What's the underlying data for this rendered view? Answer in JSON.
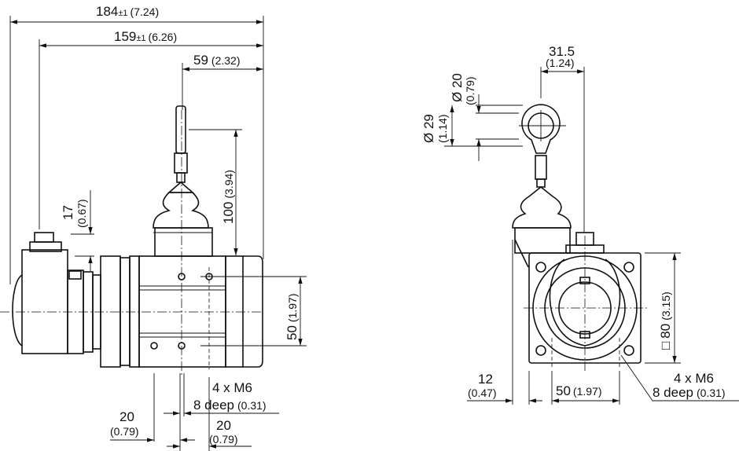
{
  "side_view": {
    "overall_length": {
      "value": "184",
      "tol": "±1",
      "inch": "(7.24)"
    },
    "length_to_mount": {
      "value": "159",
      "tol": "±1",
      "inch": "(6.26)"
    },
    "cable_offset": {
      "value": "59",
      "inch": "(2.32)"
    },
    "cable_height": {
      "value": "100",
      "inch": "(3.94)"
    },
    "connector_height": {
      "value": "17",
      "inch": "(0.67)"
    },
    "hole_spacing_vertical": {
      "value": "50",
      "inch": "(1.97)"
    },
    "thread_spec": {
      "line1": "4 x M6",
      "line2": "8 deep",
      "inch": "(0.31)"
    },
    "hole_pitch_left": {
      "value": "20",
      "inch": "(0.79)"
    },
    "hole_pitch_right": {
      "value": "20",
      "inch": "(0.79)"
    }
  },
  "front_view": {
    "cable_offset": {
      "value": "31.5",
      "inch": "(1.24)"
    },
    "ring_inner_diameter": {
      "value": "Ø 20",
      "inch": "(0.79)"
    },
    "ring_outer_diameter": {
      "value": "Ø 29",
      "inch": "(1.14)"
    },
    "square_size": {
      "symbol": "□",
      "value": "80",
      "inch": "(3.15)"
    },
    "edge_offset": {
      "value": "12",
      "inch": "(0.47)"
    },
    "hole_spacing": {
      "value": "50",
      "inch": "(1.97)"
    },
    "thread_spec": {
      "line1": "4 x M6",
      "line2": "8 deep",
      "inch": "(0.31)"
    }
  }
}
